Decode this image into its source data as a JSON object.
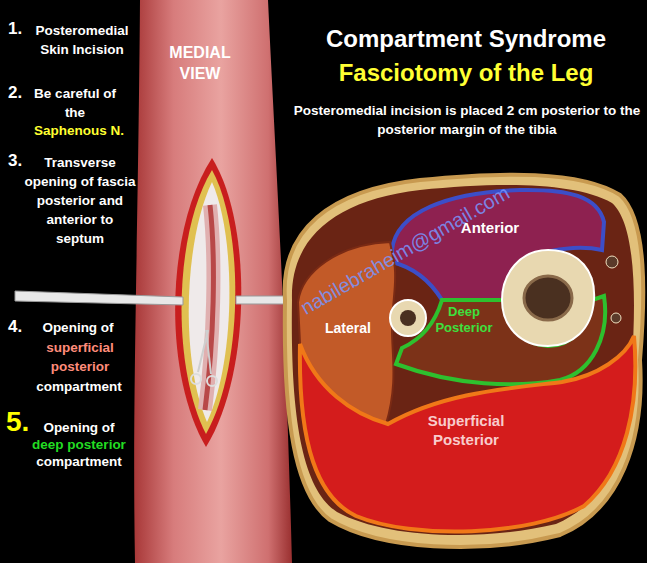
{
  "diagram": {
    "title": "Compartment Syndrome",
    "nodes": [
      {
        "text": [
          "Anterior"
        ]
      },
      {
        "text": [
          "Lateral"
        ]
      },
      {
        "text": [
          "Deep Posterior"
        ]
      },
      {
        "text": [
          "Superficial Posterior"
        ]
      }
    ],
    "labels": [
      "1.",
      "Posteromedial Skin Incision",
      "2.",
      "Be careful of the",
      "Saphenous N.",
      "3.",
      "Transverse opening of fascia posterior and anterior to septum",
      "4.",
      "Opening of",
      "superficial posterior",
      "compartment",
      "5.",
      "Opening of",
      "deep posterior",
      "compartment",
      "MEDIAL VIEW",
      "Fasciotomy of the Leg",
      "Posteromedial incision is placed 2 cm posterior to the posterior margin of the tibia",
      "nabilebraheim@gmail.com"
    ]
  }
}
